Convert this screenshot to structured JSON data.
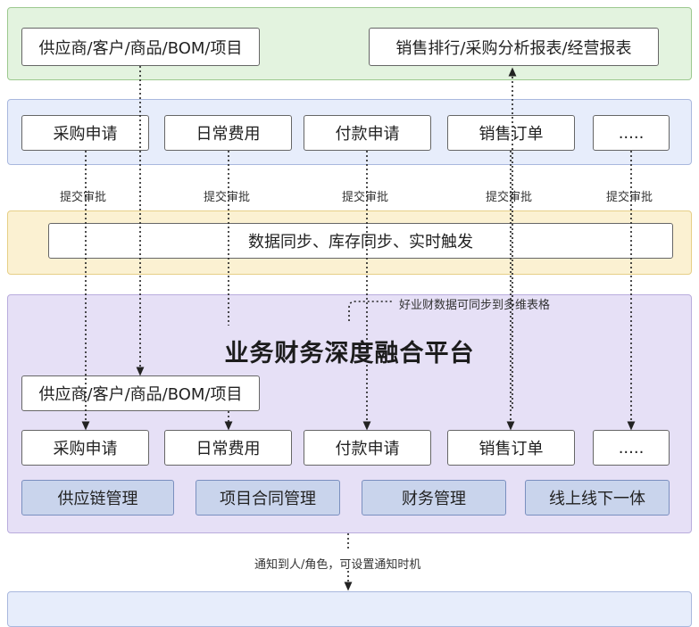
{
  "top_row": {
    "master_data": "供应商/客户/商品/BOM/项目",
    "reports": "销售排行/采购分析报表/经营报表"
  },
  "app_row": {
    "items": [
      "采购申请",
      "日常费用",
      "付款申请",
      "销售订单",
      "....."
    ]
  },
  "approval_label": "提交审批",
  "sync_bar": "数据同步、库存同步、实时触发",
  "sync_note": "好业财数据可同步到多维表格",
  "platform": {
    "title": "业务财务深度融合平台",
    "master_data": "供应商/客户/商品/BOM/项目",
    "items": [
      "采购申请",
      "日常费用",
      "付款申请",
      "销售订单",
      "....."
    ],
    "modules": [
      "供应链管理",
      "项目合同管理",
      "财务管理",
      "线上线下一体"
    ]
  },
  "notify_label": "通知到人/角色，可设置通知时机",
  "colors": {
    "green_band": "#e3f3df",
    "blue_band": "#e7edfb",
    "yellow_band": "#fbf1d2",
    "purple_band": "#e6e0f6",
    "module_fill": "#c9d4ec"
  }
}
